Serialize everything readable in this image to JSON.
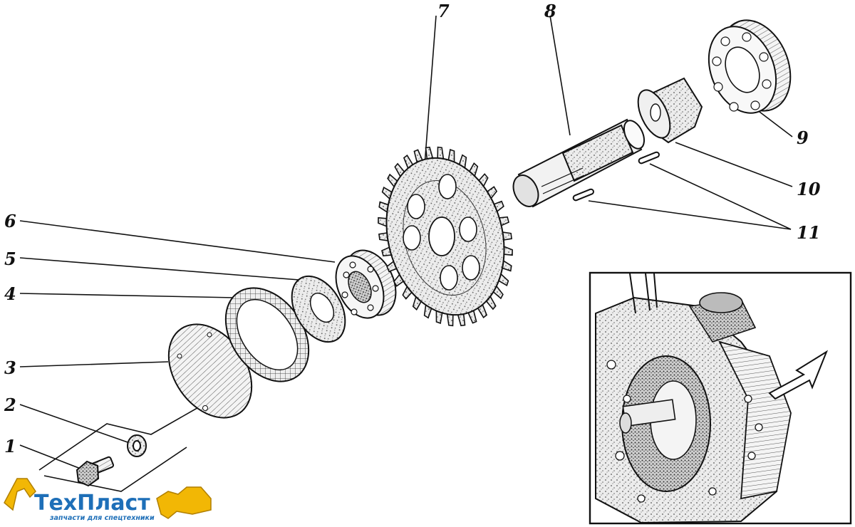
{
  "callouts": {
    "c1": "1",
    "c2": "2",
    "c3": "3",
    "c4": "4",
    "c5": "5",
    "c6": "6",
    "c7": "7",
    "c8": "8",
    "c9": "9",
    "c10": "10",
    "c11": "11"
  },
  "logo": {
    "brand": "ТехПласт",
    "tagline": "запчасти для спецтехники",
    "color": "#1e6fb8",
    "accent": "#f2b705"
  }
}
